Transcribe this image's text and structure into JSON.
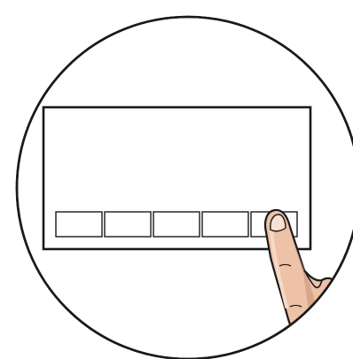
{
  "illustration": {
    "subject": "finger-pressing-soft-key",
    "key_count": 5,
    "pressed_key_index": 5,
    "colors": {
      "background": "#ffffff",
      "line": "#1a1a1a",
      "skin": "#edc2a6",
      "skin_shadow": "#c98e76",
      "skin_highlight": "#f6d9c6",
      "nail": "#f8e1d3"
    }
  }
}
